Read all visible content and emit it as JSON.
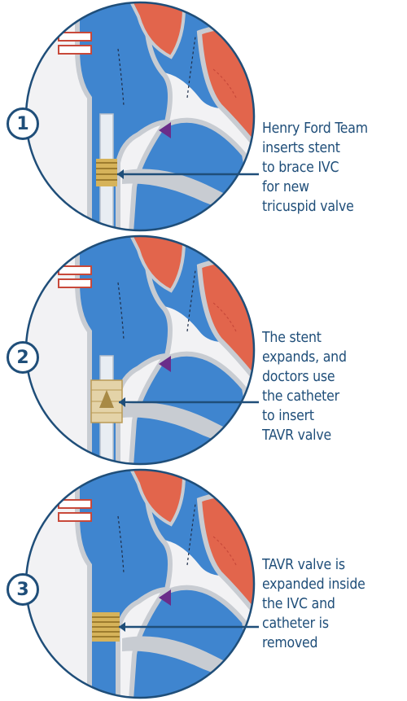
{
  "colors": {
    "blood_blue": "#3f85cf",
    "wall_gray": "#c8ccd2",
    "muscle_red": "#e2654c",
    "muscle_dark": "#c8493a",
    "outline_navy": "#1f4e79",
    "stent_gold": "#d6b35a",
    "valve_purple": "#6a2d8a"
  },
  "steps": [
    {
      "number": "1",
      "caption": [
        "Henry Ford Team",
        "inserts stent",
        "to brace IVC",
        "for new",
        "tricuspid valve"
      ]
    },
    {
      "number": "2",
      "caption": [
        "The stent",
        "expands, and",
        "doctors use",
        "the catheter",
        "to insert",
        "TAVR valve"
      ]
    },
    {
      "number": "3",
      "caption": [
        "TAVR valve is",
        "expanded inside",
        "the IVC and",
        "catheter is",
        "removed"
      ]
    }
  ]
}
